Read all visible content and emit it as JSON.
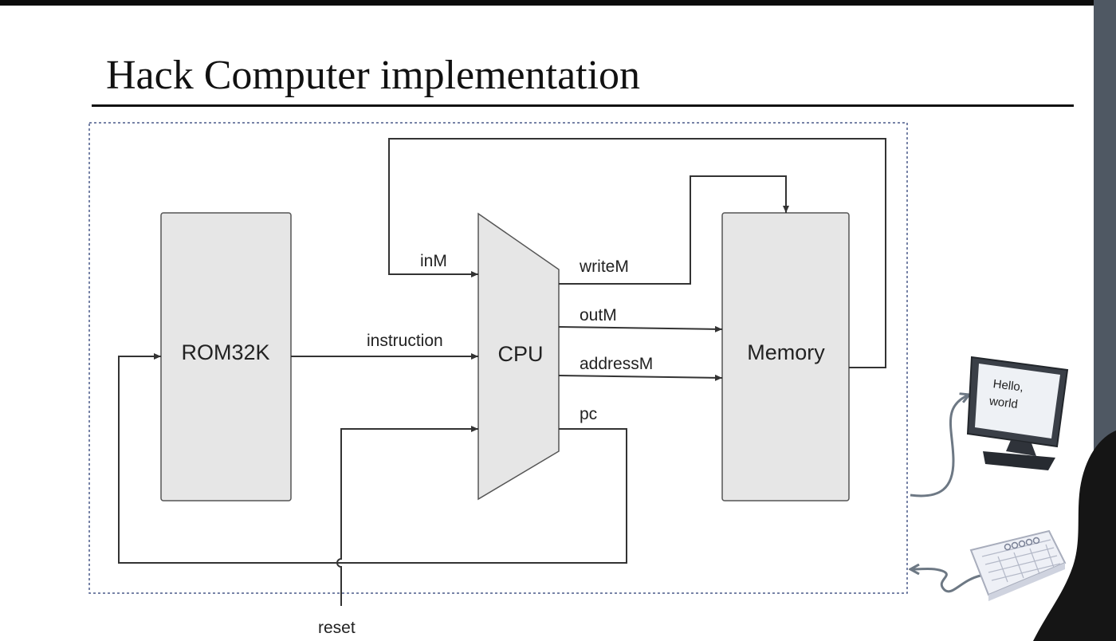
{
  "slide": {
    "title": "Hack Computer implementation"
  },
  "diagram": {
    "components": {
      "rom": "ROM32K",
      "cpu": "CPU",
      "memory": "Memory"
    },
    "signals": {
      "inM": "inM",
      "instruction": "instruction",
      "writeM": "writeM",
      "outM": "outM",
      "addressM": "addressM",
      "pc": "pc",
      "reset": "reset"
    },
    "screen_text": "Hello, world"
  },
  "icons": [
    "monitor-icon",
    "keyboard-icon"
  ],
  "colors": {
    "box_fill": "#e6e6e6",
    "box_stroke": "#555555",
    "frame_stroke": "#4a5a8a",
    "side_panel": "#4f5863"
  }
}
